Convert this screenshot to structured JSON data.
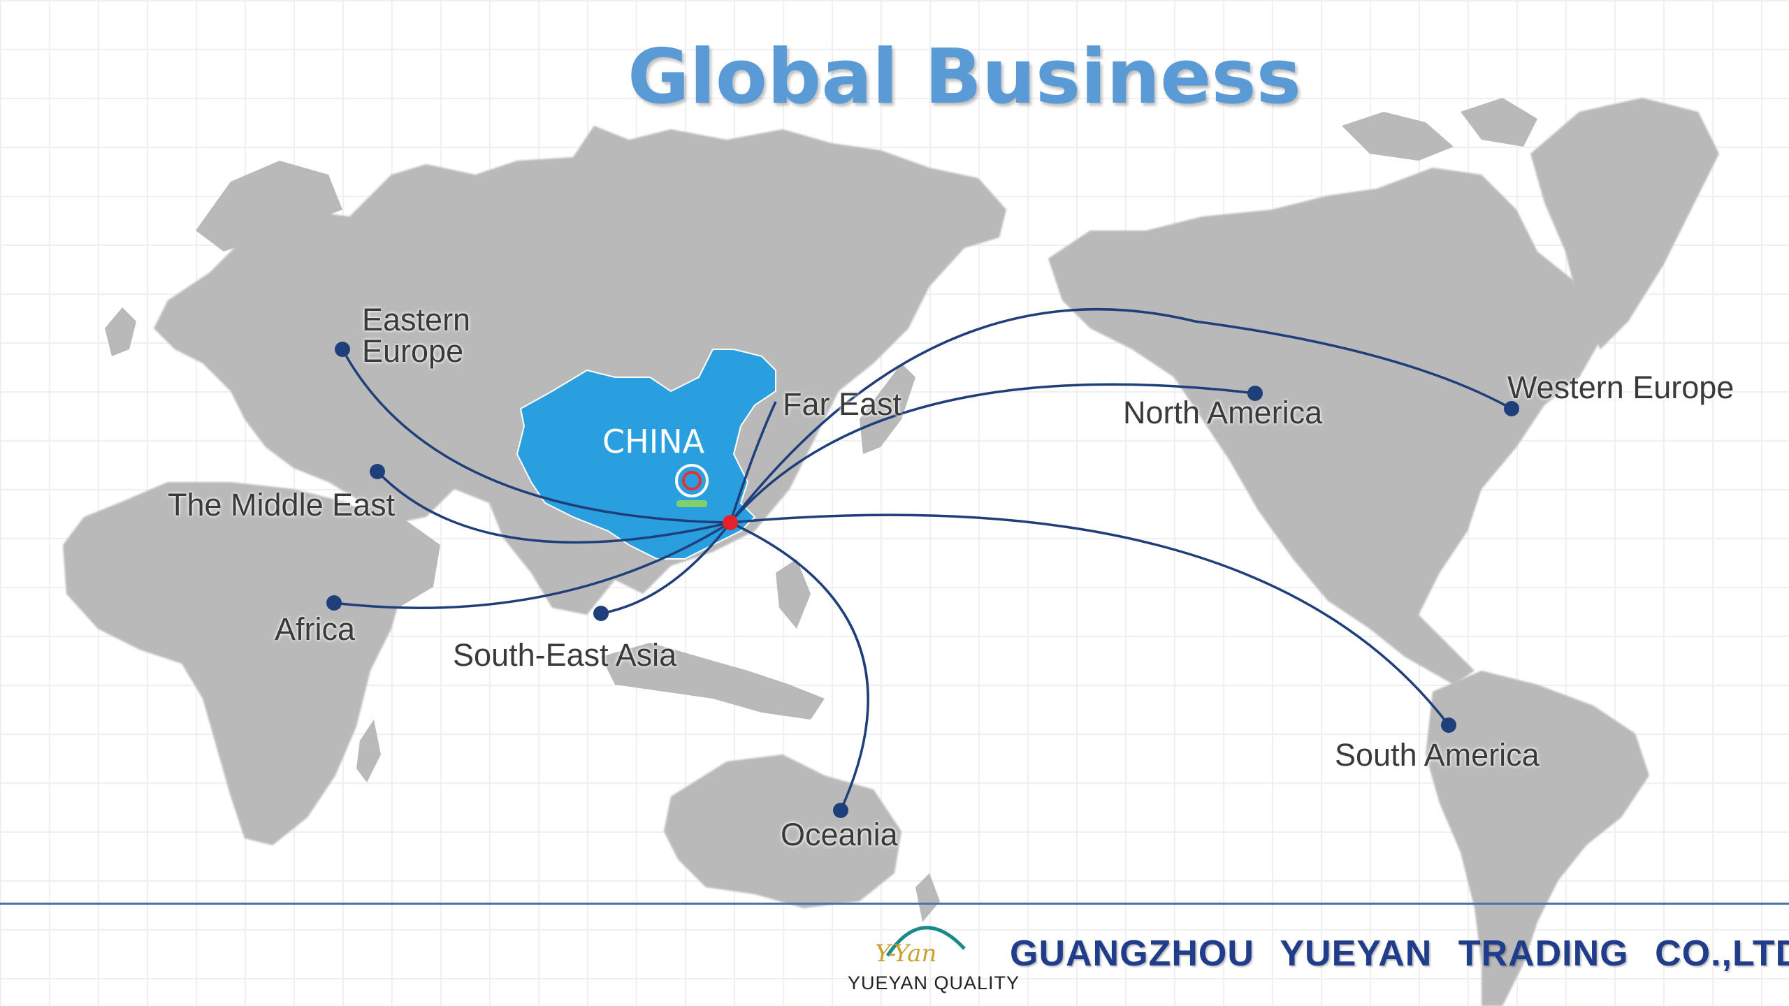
{
  "title": "Global Business",
  "china_label": "CHINA",
  "regions": [
    {
      "label": "Eastern\nEurope"
    },
    {
      "label": "The Middle East"
    },
    {
      "label": "Africa"
    },
    {
      "label": "South-East Asia"
    },
    {
      "label": "Far East"
    },
    {
      "label": "North America"
    },
    {
      "label": "Western Europe"
    },
    {
      "label": "South America"
    },
    {
      "label": "Oceania"
    }
  ],
  "footer": {
    "company": "GUANGZHOU YUEYAN TRADING CO.,LTD",
    "logo_mark": "Y-Yan",
    "logo_text": "YUEYAN QUALITY"
  },
  "colors": {
    "title": "#5b9bd5",
    "land": "#b8b8b8",
    "china": "#2a9fe0",
    "route": "#1f3f7a",
    "hub": "#e8202a",
    "company": "#1f3d8a"
  }
}
